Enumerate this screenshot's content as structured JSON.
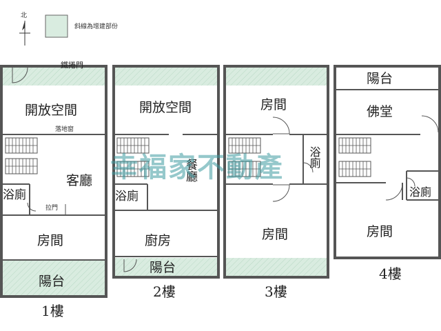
{
  "legend": {
    "north": "北",
    "hatch_label": "斜線為增建部份"
  },
  "colors": {
    "extension_fill": "#d9ece0",
    "wall": "#555555",
    "watermark": "#3e9aa0"
  },
  "watermark": "幸福家不動產",
  "floor1": {
    "label": "1樓",
    "rolling_door": "鐵捲門",
    "open_space": "開放空間",
    "floor_window": "落地窗",
    "living_room": "客廳",
    "bathroom": "浴廁",
    "sliding_door": "拉門",
    "bedroom": "房間",
    "balcony": "陽台"
  },
  "floor2": {
    "label": "2樓",
    "open_space": "開放空間",
    "dining": "餐廳",
    "bathroom": "浴廁",
    "kitchen": "廚房",
    "balcony": "陽台"
  },
  "floor3": {
    "label": "3樓",
    "bedroom_top": "房間",
    "bathroom": "浴廁",
    "bedroom_bottom": "房間"
  },
  "floor4": {
    "label": "4樓",
    "balcony": "陽台",
    "shrine": "佛堂",
    "bathroom": "浴廁",
    "bedroom": "房間"
  }
}
